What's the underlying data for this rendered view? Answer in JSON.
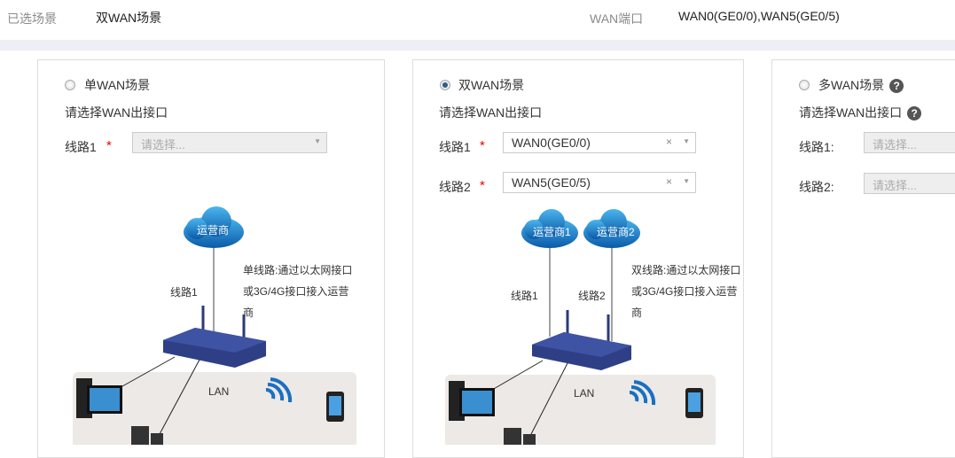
{
  "summary": {
    "scene_label": "已选场景",
    "scene_value": "双WAN场景",
    "wan_label": "WAN端口",
    "wan_value": "WAN0(GE0/0),WAN5(GE0/5)"
  },
  "single": {
    "title": "单WAN场景",
    "prompt": "请选择WAN出接口",
    "line1_label": "线路1",
    "line1_placeholder": "请选择...",
    "cloud": "运营商",
    "diagram_line": "线路1",
    "desc": "单线路:通过以太网接口或3G/4G接口接入运营商",
    "lan": "LAN"
  },
  "dual": {
    "title": "双WAN场景",
    "prompt": "请选择WAN出接口",
    "line1_label": "线路1",
    "line1_value": "WAN0(GE0/0)",
    "line2_label": "线路2",
    "line2_value": "WAN5(GE0/5)",
    "cloud1": "运营商1",
    "cloud2": "运营商2",
    "diagram_line1": "线路1",
    "diagram_line2": "线路2",
    "desc": "双线路:通过以太网接口或3G/4G接口接入运营商",
    "lan": "LAN"
  },
  "multi": {
    "title": "多WAN场景",
    "prompt": "请选择WAN出接口",
    "line1_label": "线路1:",
    "line2_label": "线路2:",
    "placeholder": "请选择...",
    "help": "?"
  },
  "required_mark": "*",
  "clear": "×",
  "caret": "▼"
}
